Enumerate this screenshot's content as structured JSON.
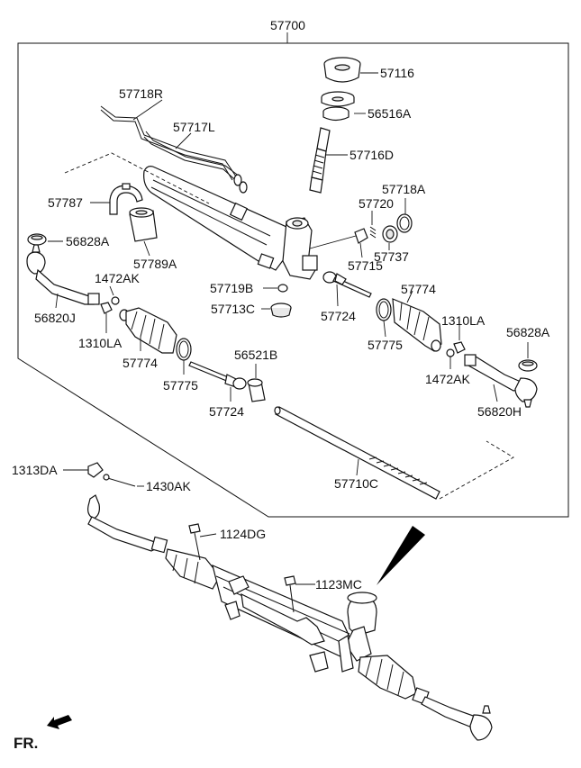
{
  "diagram": {
    "title_code": "57700",
    "labels": {
      "p57116": "57116",
      "p56516A": "56516A",
      "p57718R": "57718R",
      "p57717L": "57717L",
      "p57716D": "57716D",
      "p57787": "57787",
      "p57718A": "57718A",
      "p57720": "57720",
      "p57789A": "57789A",
      "p56828A_left": "56828A",
      "p57737": "57737",
      "p57715": "57715",
      "p1472AK_left": "1472AK",
      "p57719B": "57719B",
      "p57774_right": "57774",
      "p56820J": "56820J",
      "p57713C": "57713C",
      "p57724_right": "57724",
      "p1310LA_right": "1310LA",
      "p56828A_right": "56828A",
      "p1310LA_left": "1310LA",
      "p57775_right": "57775",
      "p56521B": "56521B",
      "p1472AK_right": "1472AK",
      "p57774_left": "57774",
      "p57775_left": "57775",
      "p57724_left": "57724",
      "p56820H": "56820H",
      "p57710C": "57710C",
      "p1313DA": "1313DA",
      "p1430AK": "1430AK",
      "p1124DG": "1124DG",
      "p1123MC": "1123MC"
    },
    "fr_label": "FR."
  }
}
